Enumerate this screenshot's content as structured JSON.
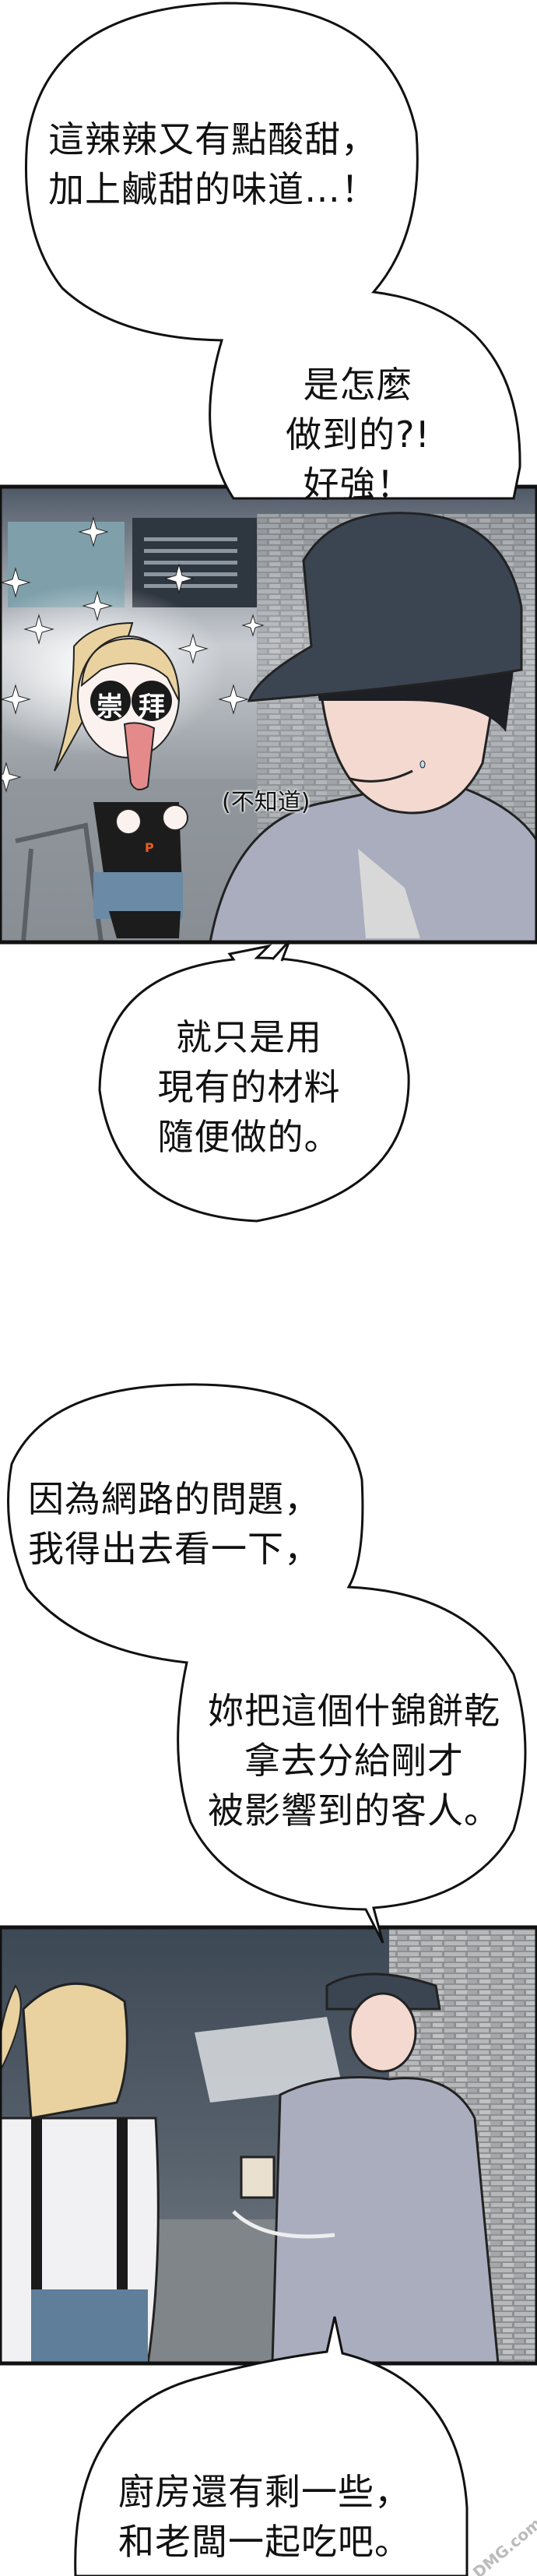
{
  "bubbles": [
    {
      "lines": [
        "這辣辣又有點酸甜，",
        "加上鹹甜的味道…！"
      ]
    },
    {
      "lines": [
        "是怎麼",
        "做到的?!",
        "好強！"
      ]
    },
    {
      "lines": [
        "就只是用",
        "現有的材料",
        "隨便做的。"
      ]
    },
    {
      "lines": [
        "因為網路的問題，",
        "我得出去看一下，"
      ]
    },
    {
      "lines": [
        "妳把這個什錦餅乾",
        "拿去分給剛才",
        "被影響到的客人。"
      ]
    },
    {
      "lines": [
        "廚房還有剩一些，",
        "和老闆一起吃吧。"
      ]
    }
  ],
  "panel1": {
    "eye_text": [
      "崇",
      "拜"
    ],
    "sfx": "(不知道)"
  },
  "watermark": "DMG.com",
  "colors": {
    "hoodie": "#a9adbd",
    "cap": "#3b4552",
    "hair": "#e9d2a0",
    "apron": "#1c1c1c",
    "accent": "#e8601c"
  }
}
